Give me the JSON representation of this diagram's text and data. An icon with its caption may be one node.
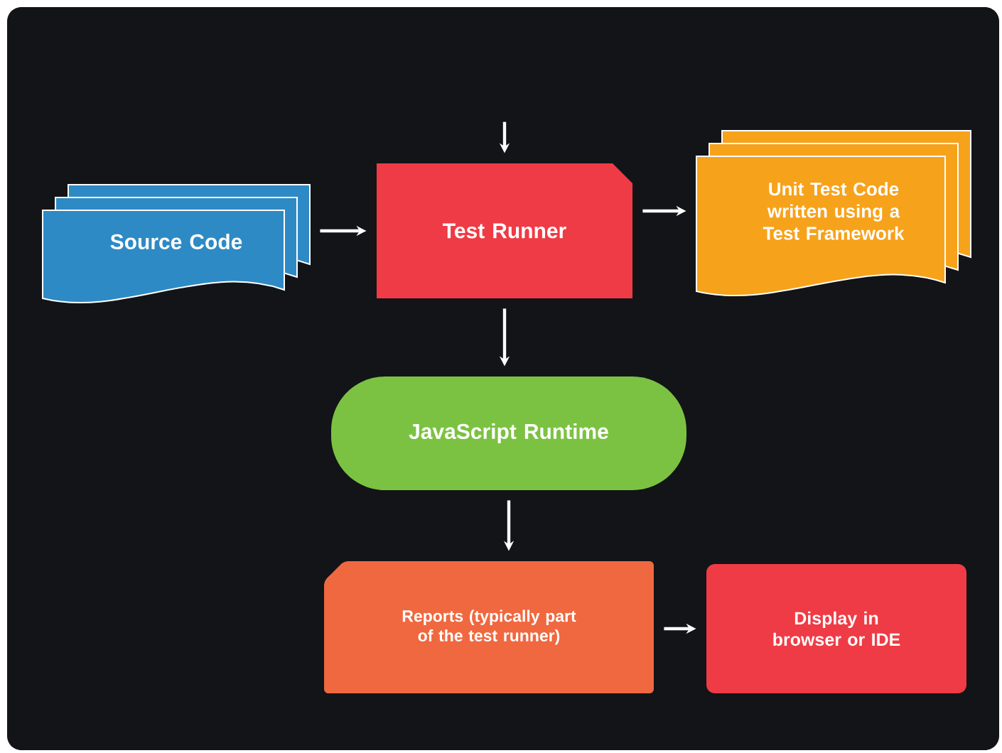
{
  "diagram": {
    "nodes": [
      {
        "text": [
          "Source Code"
        ]
      },
      {
        "text": [
          "Test Runner"
        ]
      },
      {
        "text": [
          "Unit Test Code written using a Test Framework"
        ]
      },
      {
        "text": [
          "JavaScript Runtime"
        ]
      },
      {
        "text": [
          "Reports (typically part of the test runner)"
        ]
      },
      {
        "text": [
          "Display in browser or IDE"
        ]
      }
    ],
    "edges": [
      {
        "from": null,
        "to": 1,
        "arrow": "to"
      },
      {
        "from": 0,
        "to": 1,
        "arrow": "to"
      },
      {
        "from": 1,
        "to": 2,
        "arrow": "to"
      },
      {
        "from": 1,
        "to": 3,
        "arrow": "to"
      },
      {
        "from": 3,
        "to": 4,
        "arrow": "to"
      },
      {
        "from": 4,
        "to": 5,
        "arrow": "to"
      }
    ]
  }
}
